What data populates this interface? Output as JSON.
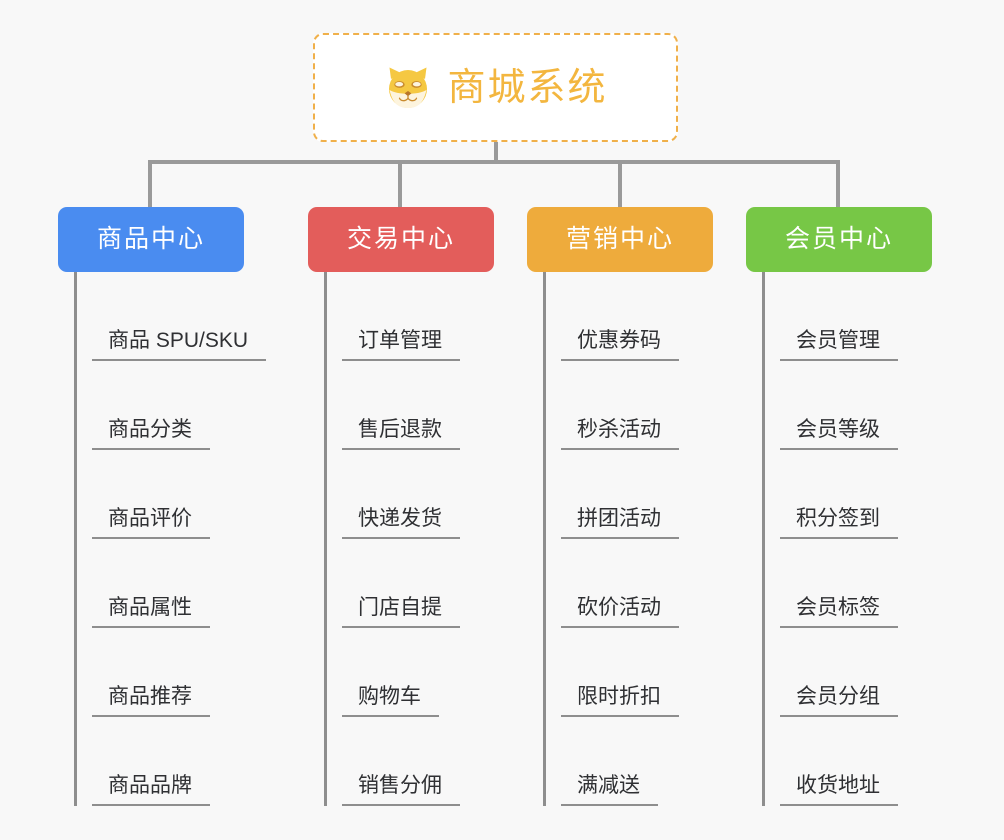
{
  "page": {
    "background_color": "#f8f8f8",
    "type": "mind-map",
    "orientation": "top-down"
  },
  "root": {
    "title": "商城系统",
    "icon": "shiba-dog-icon",
    "text_color": "#f3b63f",
    "border_color": "#f0b04a",
    "border_style": "dashed",
    "background_color": "#ffffff"
  },
  "categories": [
    {
      "label": "商品中心",
      "color": "#4a8cf0",
      "items": [
        "商品 SPU/SKU",
        "商品分类",
        "商品评价",
        "商品属性",
        "商品推荐",
        "商品品牌"
      ]
    },
    {
      "label": "交易中心",
      "color": "#e35d5b",
      "items": [
        "订单管理",
        "售后退款",
        "快递发货",
        "门店自提",
        "购物车",
        "销售分佣"
      ]
    },
    {
      "label": "营销中心",
      "color": "#eeab3c",
      "items": [
        "优惠券码",
        "秒杀活动",
        "拼团活动",
        "砍价活动",
        "限时折扣",
        "满减送"
      ]
    },
    {
      "label": "会员中心",
      "color": "#77c746",
      "items": [
        "会员管理",
        "会员等级",
        "积分签到",
        "会员标签",
        "会员分组",
        "收货地址"
      ]
    }
  ],
  "connector": {
    "color": "#9a9a9a",
    "leaf_line_color": "#8e8e8e"
  }
}
